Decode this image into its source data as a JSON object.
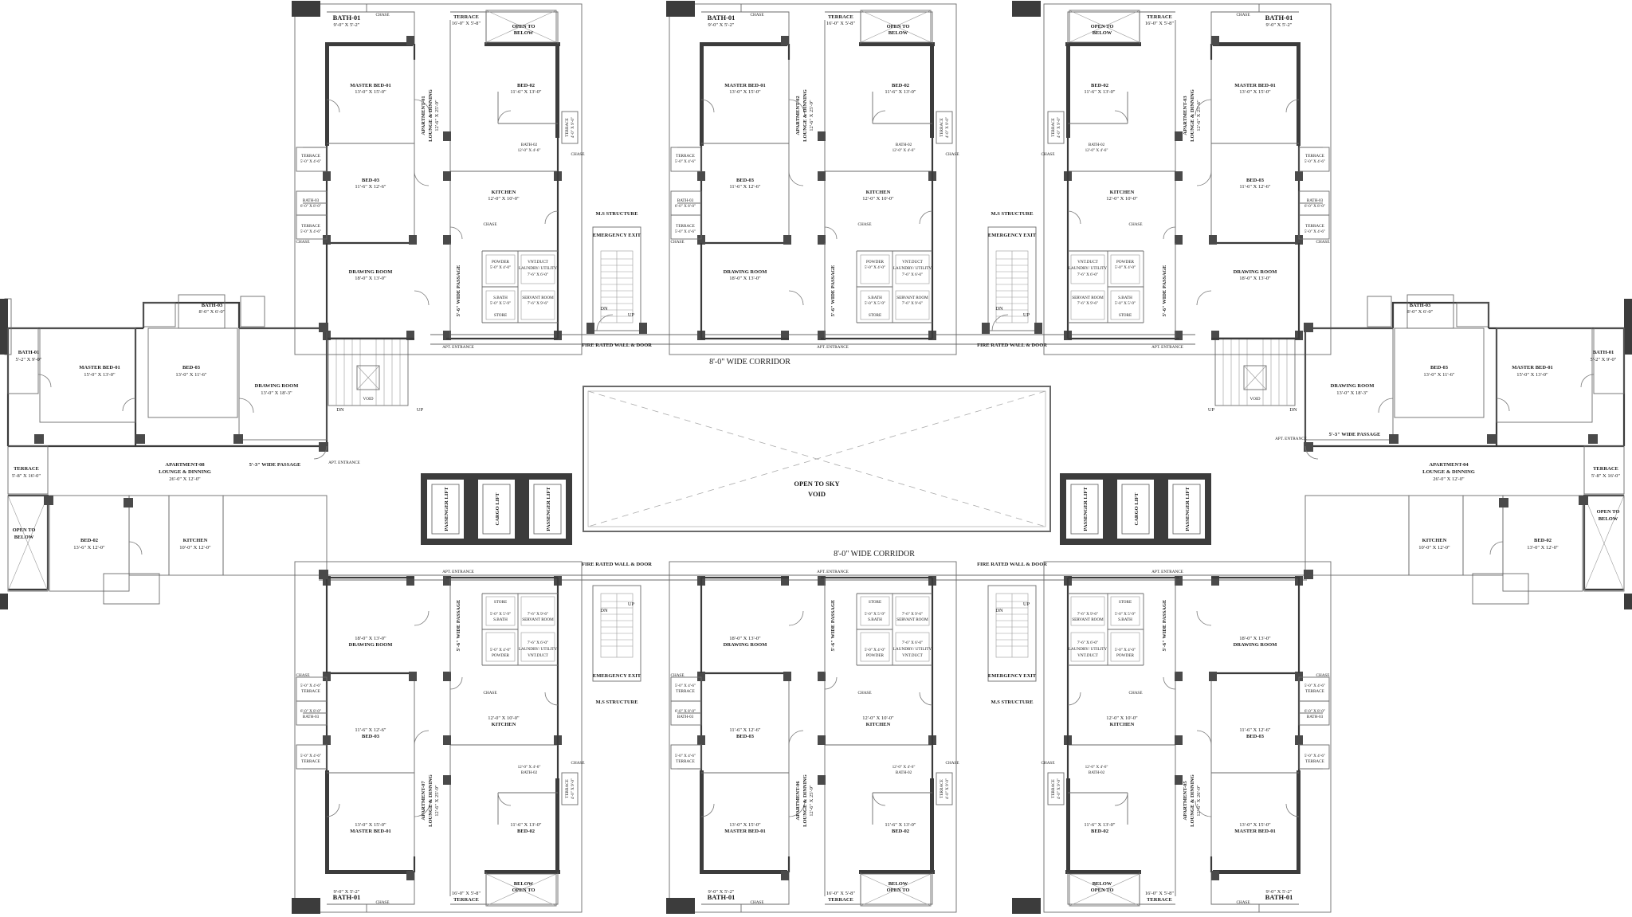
{
  "corridors": {
    "north": "8'-0\" WIDE CORRIDOR",
    "south": "8'-0\" WIDE CORRIDOR"
  },
  "void": {
    "line1": "OPEN TO SKY",
    "line2": "VOID"
  },
  "lifts": {
    "passenger": "PASSENGER LIFT",
    "cargo": "CARGO LIFT"
  },
  "stair_core": {
    "emergency_exit": "EMERGENCY EXIT",
    "structure": "M.S STRUCTURE",
    "fire_door": "FIRE RATED WALL & DOOR",
    "dn": "DN",
    "up": "UP"
  },
  "stair_void": {
    "void": "VOID",
    "dn": "DN",
    "up": "UP"
  },
  "passage": {
    "five_six": "5'-6\" WIDE PASSAGE",
    "five_three": "5'-3\" WIDE PASSAGE",
    "apt_entrance": "APT. ENTRANCE"
  },
  "vertical_apartments": [
    {
      "name": "APARTMENT-01",
      "lounge": "LOUNGE & DINNING",
      "lounge_size": "12'-6\" X 25'-9\""
    },
    {
      "name": "APARTMENT-02",
      "lounge": "LOUNGE & DINNING",
      "lounge_size": "12'-6\" X 25'-9\""
    },
    {
      "name": "APARTMENT-03",
      "lounge": "LOUNGE & DINNING",
      "lounge_size": "12'-6\" X 25'-6\""
    },
    {
      "name": "APARTMENT-07",
      "lounge": "LOUNGE & DINNING",
      "lounge_size": "12'-6\" X 25'-9\""
    },
    {
      "name": "APARTMENT-06",
      "lounge": "LOUNGE & DINNING",
      "lounge_size": "12'-6\" X 25'-9\""
    },
    {
      "name": "APARTMENT-05",
      "lounge": "LOUNGE & DINNING",
      "lounge_size": "12'-6\" X 26'-0\""
    }
  ],
  "unit_rooms": {
    "bath01": {
      "label": "BATH-01",
      "size": "9'-0\" X 5'-2\""
    },
    "terrace_top": {
      "label": "TERRACE",
      "size": "16'-0\" X 5'-8\""
    },
    "open_below": {
      "label": "OPEN TO",
      "label2": "BELOW"
    },
    "master_bed": {
      "label": "MASTER BED-01",
      "size": "13'-0\" X 15'-0\""
    },
    "bed02": {
      "label": "BED-02",
      "size": "11'-6\" X 13'-0\""
    },
    "bed03": {
      "label": "BED-03",
      "size": "11'-6\" X 12'-6\""
    },
    "bath02": {
      "label": "BATH-02",
      "size": "12'-0\" X 4'-6\""
    },
    "bath03": {
      "label": "BATH-03",
      "size": "6'-0\" X 8'-0\""
    },
    "kitchen": {
      "label": "KITCHEN",
      "size": "12'-0\" X 10'-0\""
    },
    "drawing": {
      "label": "DRAWING ROOM",
      "size": "18'-0\" X 13'-0\""
    },
    "powder": {
      "label": "POWDER",
      "size": "5'-0\" X 4'-0\""
    },
    "sbath": {
      "label": "S.BATH",
      "size": "5'-0\" X 5'-9\""
    },
    "store": {
      "label": "STORE",
      "size": "5'-0\" X 5'-3\""
    },
    "servant": {
      "label": "SERVANT ROOM",
      "size": "7'-6\" X 9'-6\""
    },
    "laundry": {
      "label": "LAUNDRY/ UTILITY",
      "size": "7'-6\" X 6'-0\""
    },
    "vnt": {
      "label": "VNT.DUCT"
    },
    "terrace_small": {
      "label": "TERRACE",
      "size": "5'-0\" X 4'-6\""
    },
    "terrace_side": {
      "label": "TERRACE",
      "size": "4'-0\" X 9'-0\""
    },
    "chase": {
      "label": "CHASE"
    }
  },
  "apt08": {
    "name": "APARTMENT-08",
    "lounge": "LOUNGE & DINNING",
    "lounge_size": "26'-0\" X 12'-0\"",
    "bath01": "BATH-01",
    "bath01_size": "5'-2\" X 9'-0\"",
    "master": "MASTER BED-01",
    "master_size": "15'-0\" X 13'-0\"",
    "bed03": "BED-03",
    "bed03_size": "13'-0\" X 11'-6\"",
    "drawing": "DRAWING ROOM",
    "drawing_size": "13'-0\" X 18'-3\"",
    "bath03": "BATH-03",
    "bath03_size": "8'-0\" X 6'-0\"",
    "terrace_w": "TERRACE",
    "terrace_w_size": "5'-8\" X 16'-0\"",
    "bed02": "BED-02",
    "bed02_size": "13'-6\" X 12'-0\"",
    "kitchen": "KITCHEN",
    "kitchen_size": "10'-0\" X 12'-0\"",
    "open": "OPEN TO",
    "open2": "BELOW"
  },
  "apt04": {
    "name": "APARTMENT-04",
    "lounge": "LOUNGE & DINNING",
    "lounge_size": "26'-0\" X 12'-0\"",
    "bath01": "BATH-01",
    "bath01_size": "5'-2\" X 9'-0\"",
    "master": "MASTER BED-01",
    "master_size": "15'-0\" X 13'-0\"",
    "bed03": "BED-03",
    "bed03_size": "13'-0\" X 11'-6\"",
    "drawing": "DRAWING ROOM",
    "drawing_size": "13'-0\" X 18'-3\"",
    "bath03": "BATH-03",
    "bath03_size": "8'-0\" X 6'-0\"",
    "terrace_e": "TERRACE",
    "terrace_e_size": "5'-8\" X 16'-0\"",
    "bed02": "BED-02",
    "bed02_size": "13'-0\" X 12'-0\"",
    "kitchen": "KITCHEN",
    "kitchen_size": "10'-0\" X 12'-0\"",
    "open": "OPEN TO",
    "open2": "BELOW"
  }
}
